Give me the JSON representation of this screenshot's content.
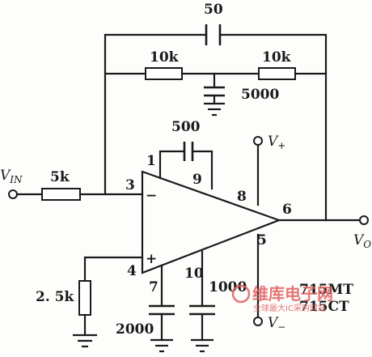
{
  "components": {
    "c_feedback": "50",
    "r_fb_left": "10k",
    "r_fb_right": "10k",
    "c_fb_shunt": "5000",
    "c_comp_top": "500",
    "r_in": "5k",
    "r_bias": "2. 5k",
    "c_pin7": "2000",
    "c_pin10": "1000"
  },
  "pins": {
    "p1": "1",
    "p9": "9",
    "p3": "3",
    "p4": "4",
    "p8": "8",
    "p5": "5",
    "p6": "6",
    "p7": "7",
    "p10": "10"
  },
  "opamp": {
    "minus": "−",
    "plus": "+"
  },
  "terminals": {
    "vin": "V",
    "vin_sub": "IN",
    "vo": "V",
    "vo_sub": "O",
    "vplus": "V",
    "vplus_sub": "+",
    "vminus": "V",
    "vminus_sub": "−"
  },
  "part_numbers": [
    "715MT",
    "715CT"
  ],
  "watermark": {
    "line1": "维库电子网",
    "line2": "全球最大IC采购网站"
  },
  "colors": {
    "ink": "#1a1a1a",
    "watermark": "#e06060"
  }
}
